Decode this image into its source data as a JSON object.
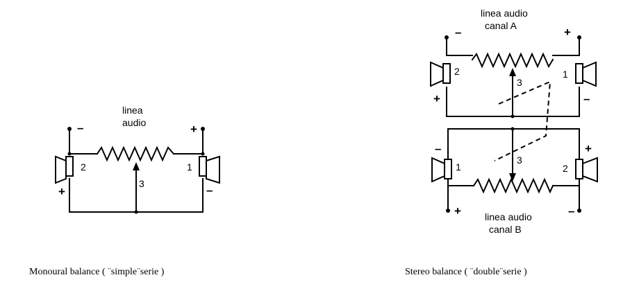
{
  "mono": {
    "line_label_1": "linea",
    "line_label_2": "audio",
    "plus_right": "+",
    "minus_left": "–",
    "plus_left": "+",
    "minus_right": "–",
    "pin_left": "2",
    "pin_right": "1",
    "pin_wiper": "3",
    "caption": "Monoural balance ( ¨simple¨serie )"
  },
  "stereo": {
    "line_a_1": "linea audio",
    "line_a_2": "canal A",
    "line_b_1": "linea audio",
    "line_b_2": "canal B",
    "a_minus_top": "–",
    "a_plus_top": "+",
    "a_plus_left": "+",
    "a_minus_right": "–",
    "a_pin_left": "2",
    "a_pin_right": "1",
    "a_pin_wiper": "3",
    "b_minus_left": "–",
    "b_plus_right": "+",
    "b_plus_bottom": "+",
    "b_minus_bottom": "–",
    "b_pin_left": "1",
    "b_pin_right": "2",
    "b_pin_wiper": "3",
    "caption": "Stereo balance ( ¨double¨serie )"
  }
}
